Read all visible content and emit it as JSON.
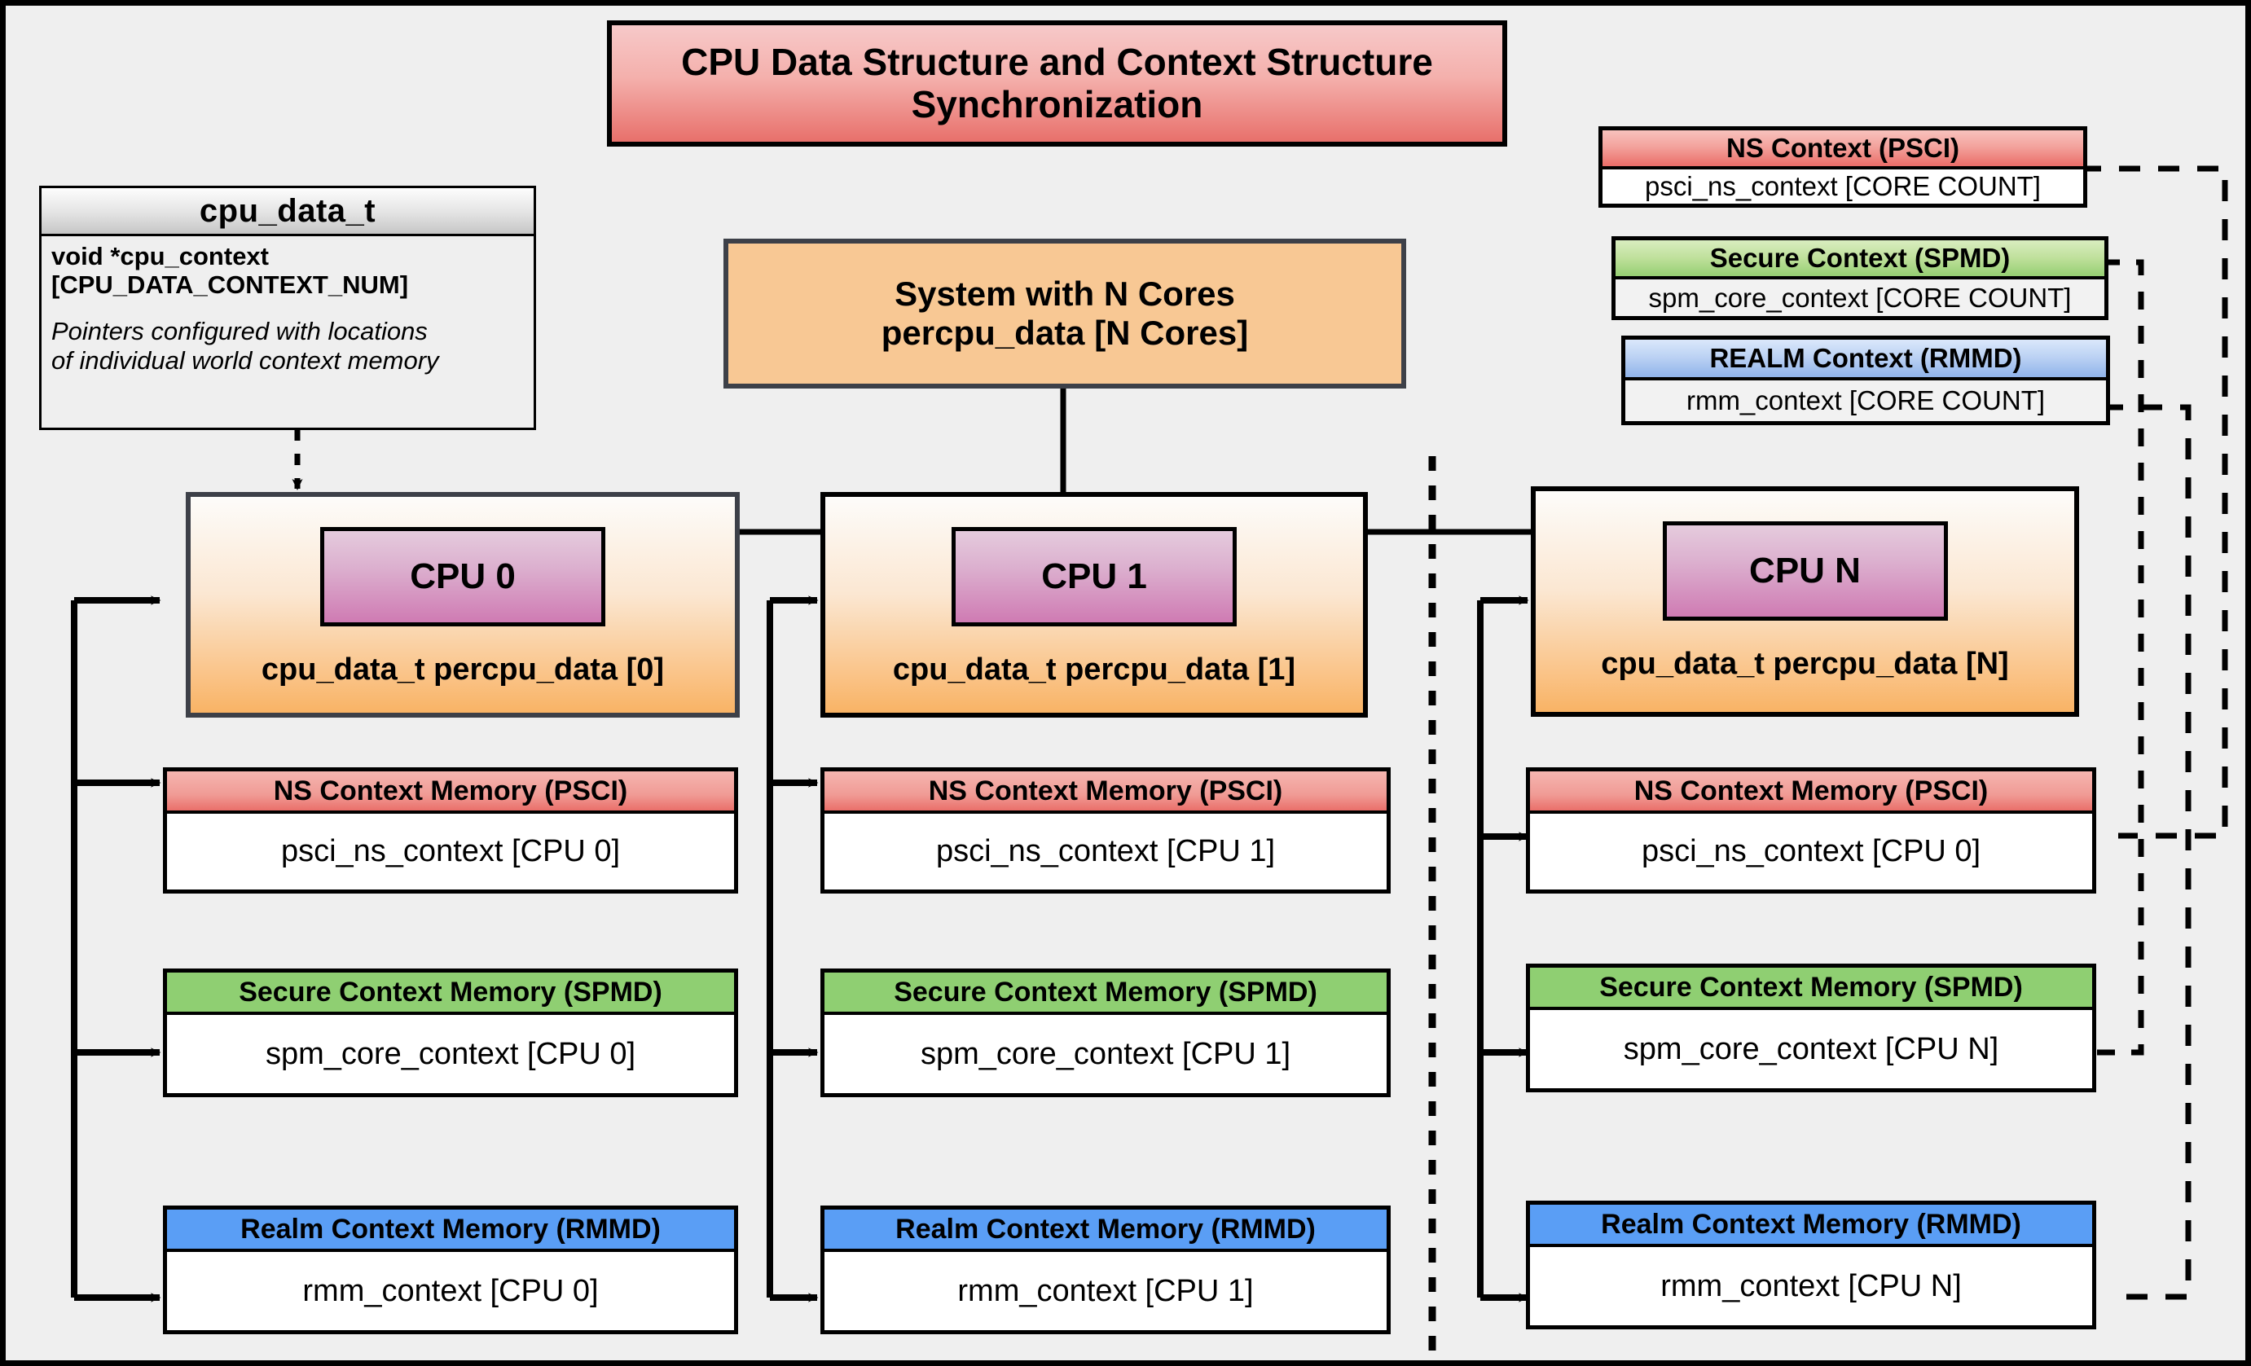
{
  "meta": {
    "title": "CPU Data Structure and Context Structure Synchronization",
    "background_color": "#efefef",
    "border_color": "#000000"
  },
  "title_box": {
    "line1": "CPU Data Structure and Context Structure",
    "line2": "Synchronization"
  },
  "cpu_data_struct": {
    "header": "cpu_data_t",
    "field": "void  *cpu_context",
    "field_index": "[CPU_DATA_CONTEXT_NUM]",
    "note_line1": "Pointers configured with locations",
    "note_line2": "of individual world context memory"
  },
  "system_box": {
    "line1": "System with N Cores",
    "line2": "percpu_data [N Cores]"
  },
  "legend": [
    {
      "name": "ns-context-legend",
      "header": "NS Context  (PSCI)",
      "body": "psci_ns_context [CORE COUNT]",
      "accent": "#ea6d68"
    },
    {
      "name": "secure-context-legend",
      "header": "Secure Context (SPMD)",
      "body": "spm_core_context [CORE COUNT]",
      "accent": "#95cf72"
    },
    {
      "name": "realm-context-legend",
      "header": "REALM Context (RMMD)",
      "body": "rmm_context [CORE COUNT]",
      "accent": "#8fb3ea"
    }
  ],
  "cpus": [
    {
      "name": "cpu-0",
      "chip": "CPU 0",
      "data_label": "cpu_data_t percpu_data [0]",
      "contexts": [
        {
          "name": "ns-context-memory",
          "header": "NS Context Memory (PSCI)",
          "body": "psci_ns_context [CPU 0]",
          "accent": "#ea6f6a"
        },
        {
          "name": "secure-context-memory",
          "header": "Secure Context Memory (SPMD)",
          "body": "spm_core_context [CPU 0]",
          "accent": "#8fcf72"
        },
        {
          "name": "realm-context-memory",
          "header": "Realm Context Memory (RMMD)",
          "body": "rmm_context [CPU 0]",
          "accent": "#5a9ef5"
        }
      ]
    },
    {
      "name": "cpu-1",
      "chip": "CPU 1",
      "data_label": "cpu_data_t percpu_data [1]",
      "contexts": [
        {
          "name": "ns-context-memory",
          "header": "NS Context Memory (PSCI)",
          "body": "psci_ns_context [CPU 1]",
          "accent": "#ea6f6a"
        },
        {
          "name": "secure-context-memory",
          "header": "Secure Context Memory (SPMD)",
          "body": "spm_core_context [CPU 1]",
          "accent": "#8fcf72"
        },
        {
          "name": "realm-context-memory",
          "header": "Realm Context Memory (RMMD)",
          "body": "rmm_context [CPU 1]",
          "accent": "#5a9ef5"
        }
      ]
    },
    {
      "name": "cpu-n",
      "chip": "CPU N",
      "data_label": "cpu_data_t percpu_data [N]",
      "contexts": [
        {
          "name": "ns-context-memory",
          "header": "NS Context Memory (PSCI)",
          "body": "psci_ns_context [CPU 0]",
          "accent": "#ea6f6a"
        },
        {
          "name": "secure-context-memory",
          "header": "Secure Context Memory (SPMD)",
          "body": "spm_core_context [CPU N]",
          "accent": "#8fcf72"
        },
        {
          "name": "realm-context-memory",
          "header": "Realm Context Memory (RMMD)",
          "body": "rmm_context [CPU N]",
          "accent": "#5a9ef5"
        }
      ]
    }
  ]
}
